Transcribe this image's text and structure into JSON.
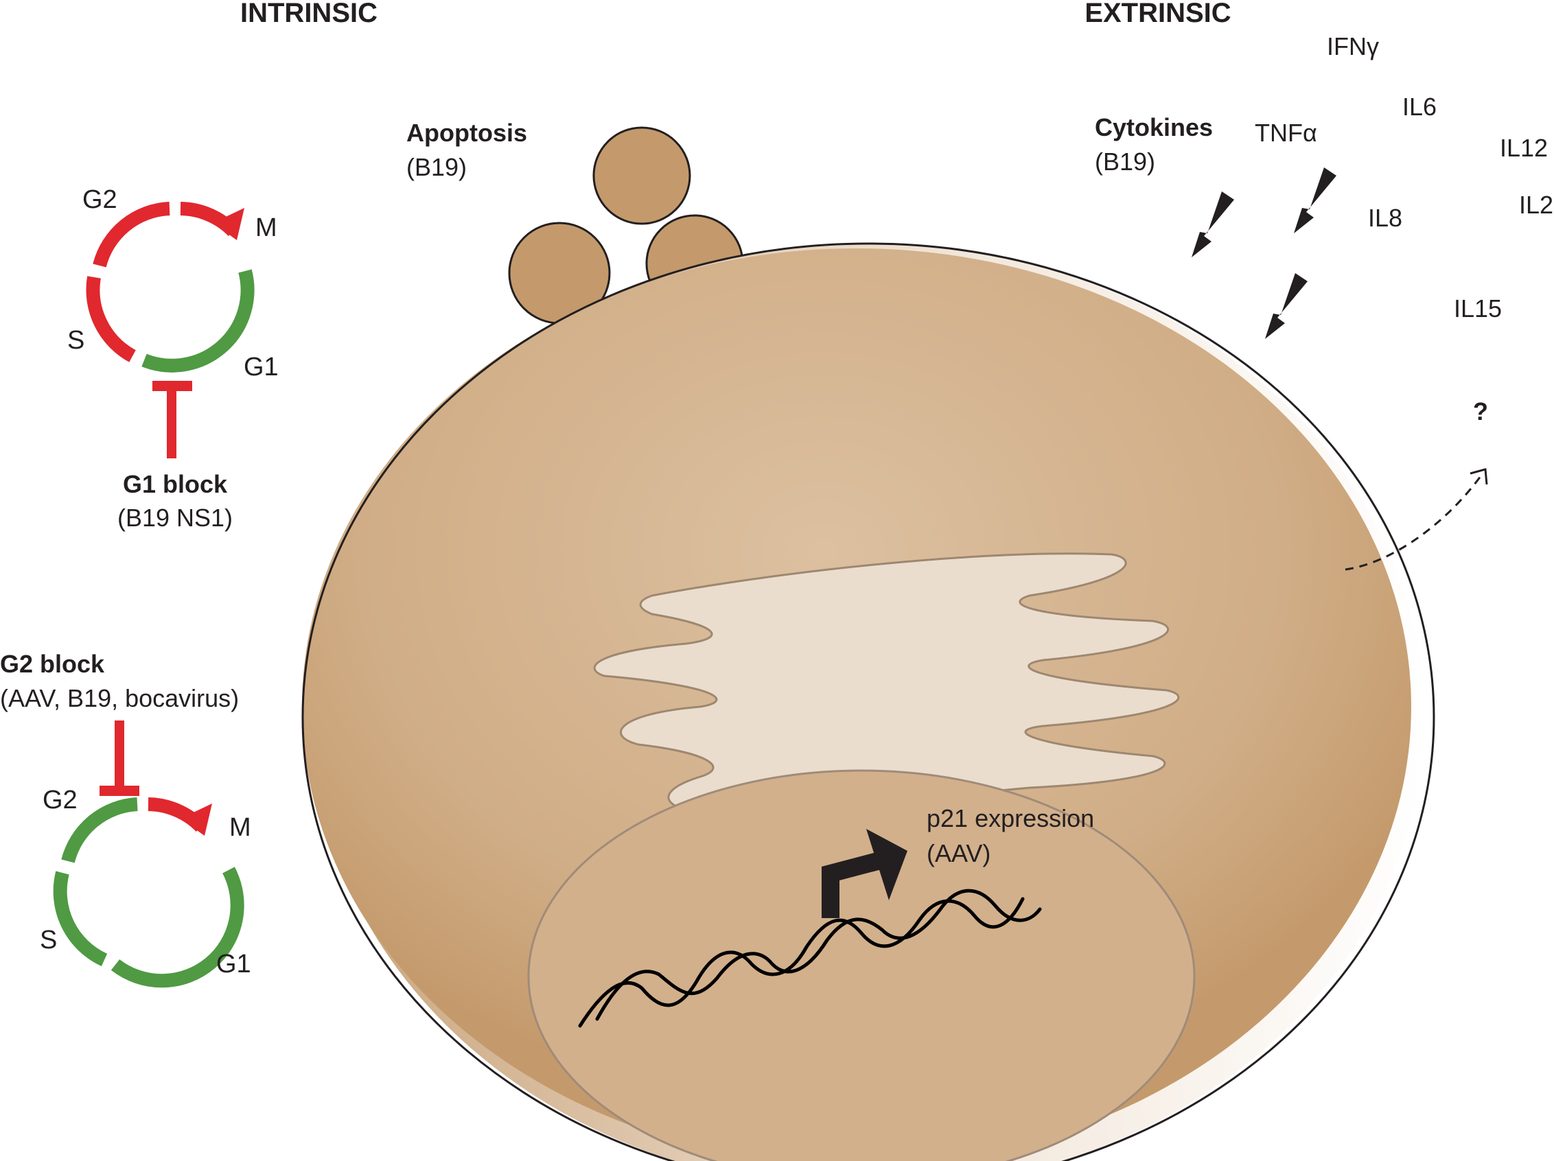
{
  "headers": {
    "intrinsic": "INTRINSIC",
    "extrinsic": "EXTRINSIC"
  },
  "apoptosis": {
    "title": "Apoptosis",
    "virus": "(B19)"
  },
  "cytokines": {
    "title": "Cytokines",
    "virus": "(B19)"
  },
  "cytokine_list": [
    "IFNγ",
    "IL6",
    "TNFα",
    "IL12",
    "IL8",
    "IL2",
    "IL15"
  ],
  "unknown_marker": "?",
  "p21": {
    "line1": "p21 expression",
    "line2": "(AAV)"
  },
  "cycle_g1_block": {
    "phases": {
      "g2": "G2",
      "m": "M",
      "s": "S",
      "g1": "G1"
    },
    "block_title": "G1 block",
    "block_virus": "(B19 NS1)"
  },
  "cycle_g2_block": {
    "phases": {
      "g2": "G2",
      "m": "M",
      "s": "S",
      "g1": "G1"
    },
    "block_title": "G2 block",
    "block_virus": "(AAV, B19, bocavirus)"
  },
  "colors": {
    "cell": "#c49a6c",
    "cell_light": "#dcc0a0",
    "er": "#eaddcd",
    "nucleus": "#d2b08c",
    "arrested": "#e0282e",
    "active": "#4f9a43",
    "outline": "#231f20"
  }
}
